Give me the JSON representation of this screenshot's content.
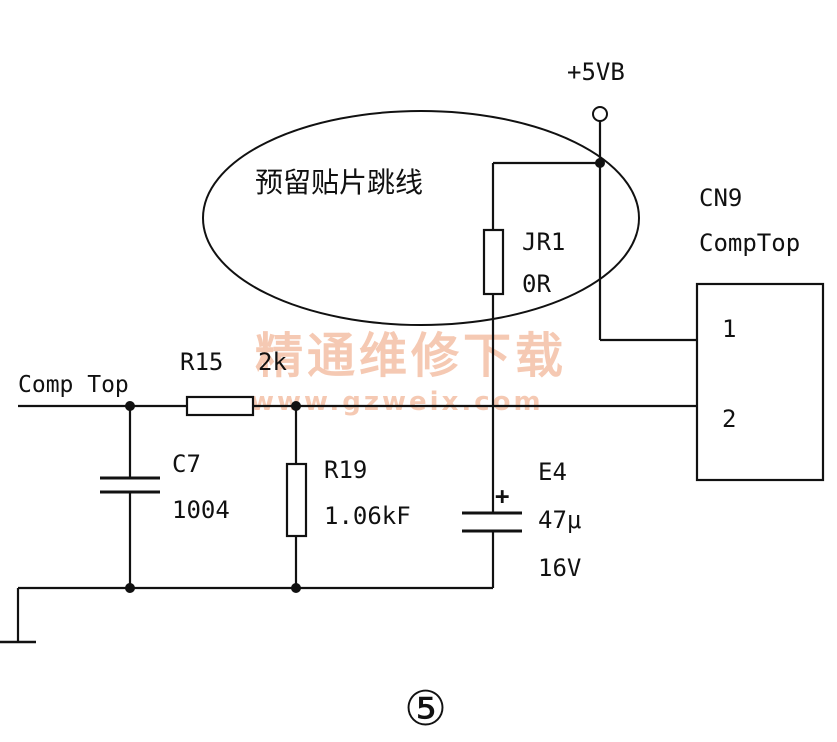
{
  "supply": {
    "label": "+5VB"
  },
  "note": {
    "text": "预留贴片跳线"
  },
  "connector": {
    "ref": "CN9",
    "name": "CompTop",
    "pin1": "1",
    "pin2": "2"
  },
  "input": {
    "label": "Comp Top"
  },
  "components": {
    "jr1": {
      "ref": "JR1",
      "value": "0R"
    },
    "r15": {
      "ref": "R15",
      "value": "2k"
    },
    "r19": {
      "ref": "R19",
      "value": "1.06kF"
    },
    "c7": {
      "ref": "C7",
      "value": "1004"
    },
    "e4": {
      "ref": "E4",
      "value": "47μ",
      "voltage": "16V"
    }
  },
  "figure_number": "⑤",
  "watermark": {
    "line1": "精通维修下载",
    "line2": "www.gzweix.com"
  }
}
